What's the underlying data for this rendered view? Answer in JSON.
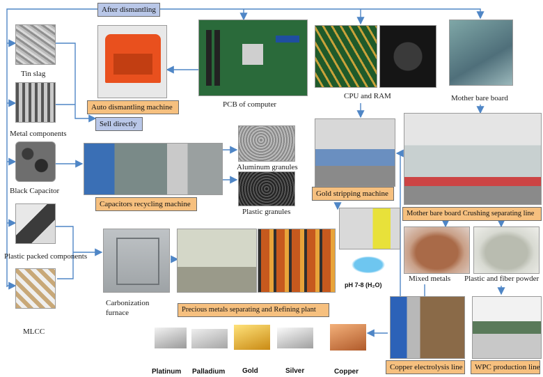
{
  "boxes": {
    "after_dismantling": "After dismantling",
    "auto_dismantling": "Auto dismantling machine",
    "sell_directly": "Sell directly",
    "capacitors_recycling": "Capacitors recycling machine",
    "gold_stripping": "Gold stripping machine",
    "crushing_line": "Mother bare board Crushing separating line",
    "refining_plant": "Precious metals separating and Refining plant",
    "copper_electrolysis": "Copper electrolysis line",
    "wpc_line": "WPC production line"
  },
  "labels": {
    "tin_slag": "Tin slag",
    "metal_components": "Metal components",
    "black_capacitor": "Black Capacitor",
    "plastic_packed": "Plastic packed components",
    "mlcc": "MLCC",
    "pcb": "PCB of computer",
    "cpu_ram": "CPU and RAM",
    "mother_board": "Mother bare board",
    "aluminum": "Aluminum granules",
    "plastic_granules": "Plastic granules",
    "carbonization": "Carbonization\nfurnace",
    "mixed_metals": "Mixed metals",
    "plastic_fiber": "Plastic and fiber powder",
    "ph": "pH 7-8 (H₂O)"
  },
  "metals": [
    "Platinum",
    "Palladium",
    "Gold",
    "Silver",
    "Copper"
  ],
  "colors": {
    "orange_box": "#f6c07f",
    "blue_box": "#b9c7e8",
    "arrow": "#4f86c6"
  }
}
